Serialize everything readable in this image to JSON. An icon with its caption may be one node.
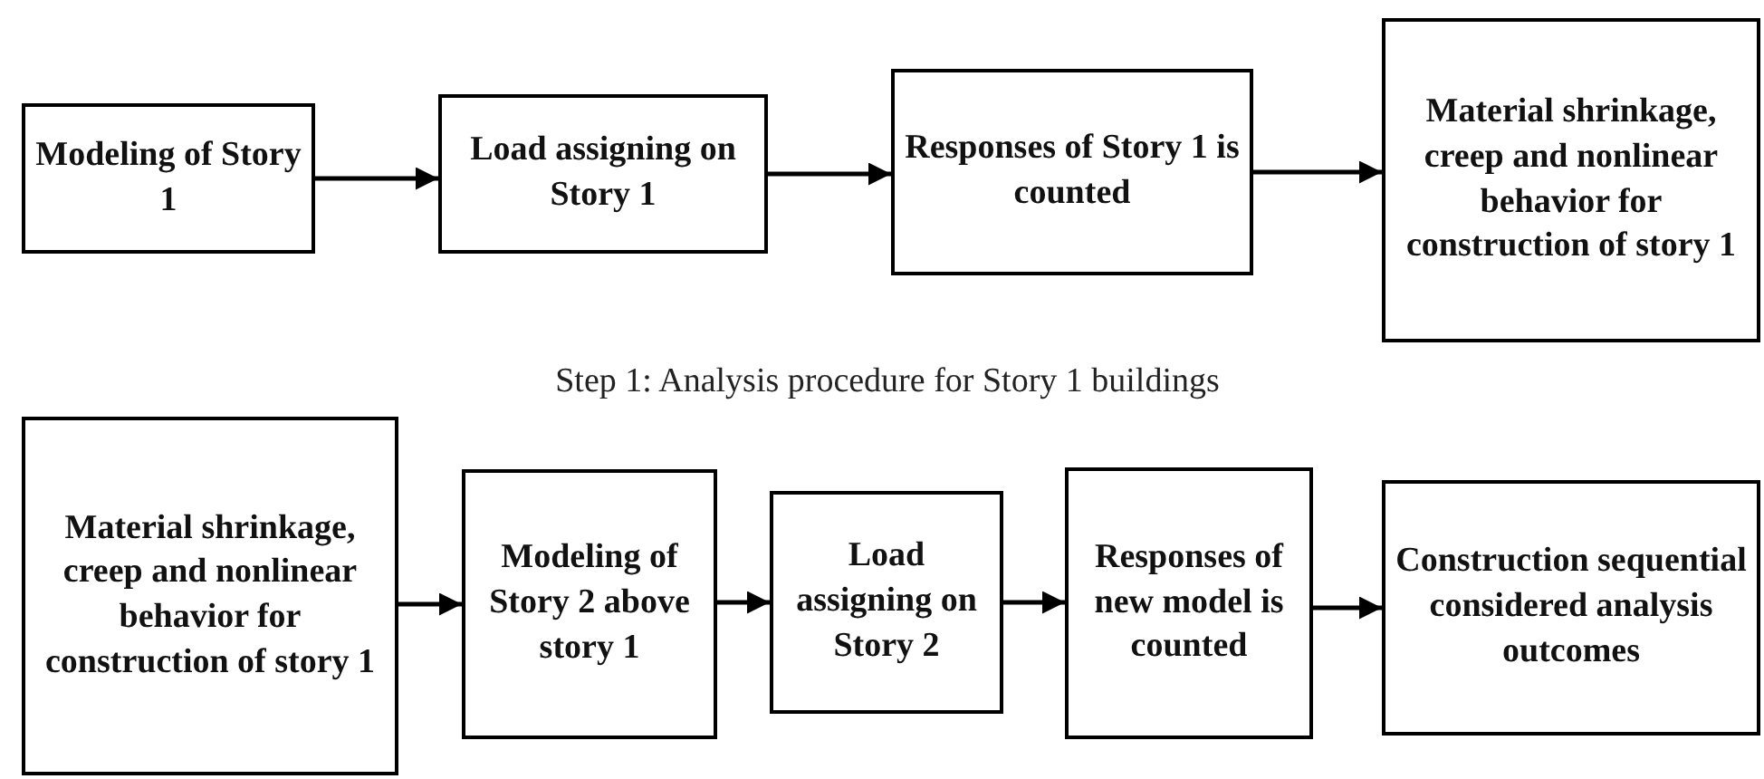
{
  "diagram": {
    "nodes": [
      {
        "text": [
          "Modeling of Story 1"
        ]
      },
      {
        "text": [
          "Load assigning on Story 1"
        ]
      },
      {
        "text": [
          "Responses of Story 1 is counted"
        ]
      },
      {
        "text": [
          "Material shrinkage, creep and nonlinear behavior for construction of story 1"
        ]
      },
      {
        "text": [
          "Material shrinkage, creep and nonlinear behavior for construction of story 1"
        ]
      },
      {
        "text": [
          "Modeling of Story 2 above story 1"
        ]
      },
      {
        "text": [
          "Load assigning on Story 2"
        ]
      },
      {
        "text": [
          "Responses of new model is counted"
        ]
      },
      {
        "text": [
          "Construction sequential considered analysis outcomes"
        ]
      }
    ],
    "edges": [
      {
        "from": 0,
        "to": 1,
        "arrow": "to"
      },
      {
        "from": 1,
        "to": 2,
        "arrow": "to"
      },
      {
        "from": 2,
        "to": 3,
        "arrow": "to"
      },
      {
        "from": 4,
        "to": 5,
        "arrow": "to"
      },
      {
        "from": 5,
        "to": 6,
        "arrow": "to"
      },
      {
        "from": 6,
        "to": 7,
        "arrow": "to"
      },
      {
        "from": 7,
        "to": 8,
        "arrow": "to"
      }
    ],
    "labels": [
      "Step 1: Analysis procedure for Story 1 buildings"
    ]
  }
}
